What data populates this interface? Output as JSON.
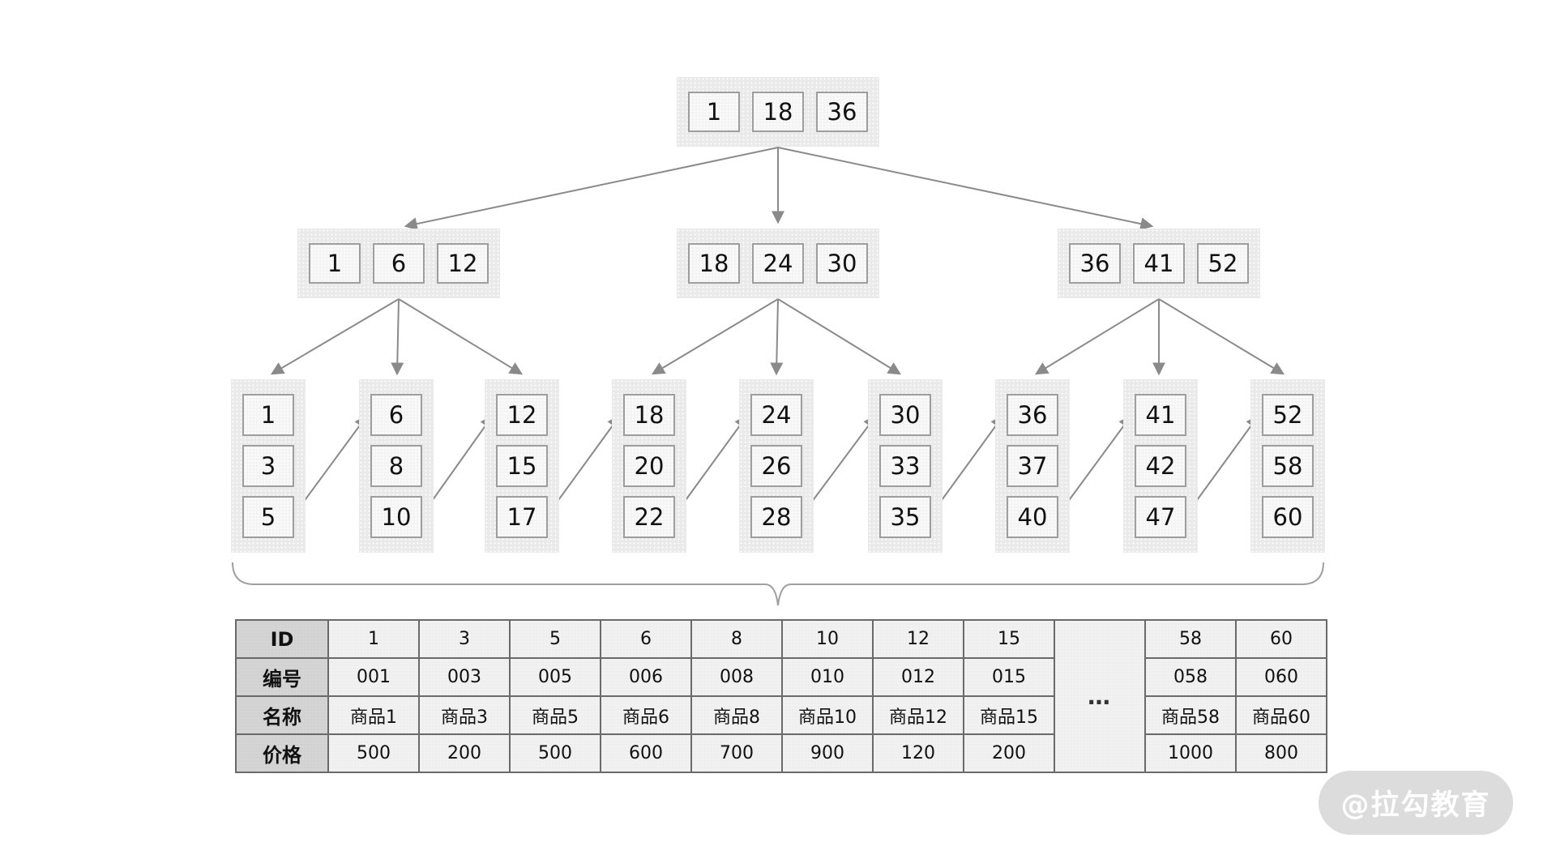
{
  "diagram": {
    "type": "bplus-tree",
    "root": {
      "keys": [
        "1",
        "18",
        "36"
      ]
    },
    "internal": [
      {
        "keys": [
          "1",
          "6",
          "12"
        ]
      },
      {
        "keys": [
          "18",
          "24",
          "30"
        ]
      },
      {
        "keys": [
          "36",
          "41",
          "52"
        ]
      }
    ],
    "leaves": [
      {
        "keys": [
          "1",
          "3",
          "5"
        ]
      },
      {
        "keys": [
          "6",
          "8",
          "10"
        ]
      },
      {
        "keys": [
          "12",
          "15",
          "17"
        ]
      },
      {
        "keys": [
          "18",
          "20",
          "22"
        ]
      },
      {
        "keys": [
          "24",
          "26",
          "28"
        ]
      },
      {
        "keys": [
          "30",
          "33",
          "35"
        ]
      },
      {
        "keys": [
          "36",
          "37",
          "40"
        ]
      },
      {
        "keys": [
          "41",
          "42",
          "47"
        ]
      },
      {
        "keys": [
          "52",
          "58",
          "60"
        ]
      }
    ]
  },
  "table": {
    "row_headers": [
      "ID",
      "编号",
      "名称",
      "价格"
    ],
    "columns": [
      [
        "1",
        "001",
        "商品1",
        "500"
      ],
      [
        "3",
        "003",
        "商品3",
        "200"
      ],
      [
        "5",
        "005",
        "商品5",
        "500"
      ],
      [
        "6",
        "006",
        "商品6",
        "600"
      ],
      [
        "8",
        "008",
        "商品8",
        "700"
      ],
      [
        "10",
        "010",
        "商品10",
        "900"
      ],
      [
        "12",
        "012",
        "商品12",
        "120"
      ],
      [
        "15",
        "015",
        "商品15",
        "200"
      ]
    ],
    "ellipsis": "…",
    "tail_columns": [
      [
        "58",
        "058",
        "商品58",
        "1000"
      ],
      [
        "60",
        "060",
        "商品60",
        "800"
      ]
    ]
  },
  "watermark": {
    "text": "@拉勾教育"
  },
  "colors": {
    "node_bg": "#eaeaea",
    "key_box_bg": "#f4f4f4",
    "key_box_border": "#9e9e9e",
    "arrow": "#8a8a8a",
    "brace": "#a0a0a0",
    "table_border": "#6a6a6a",
    "table_header_bg": "#d2d2d2",
    "table_cell_bg": "#efefef",
    "watermark_bg": "#dcdcdc",
    "watermark_text": "#ffffff"
  }
}
